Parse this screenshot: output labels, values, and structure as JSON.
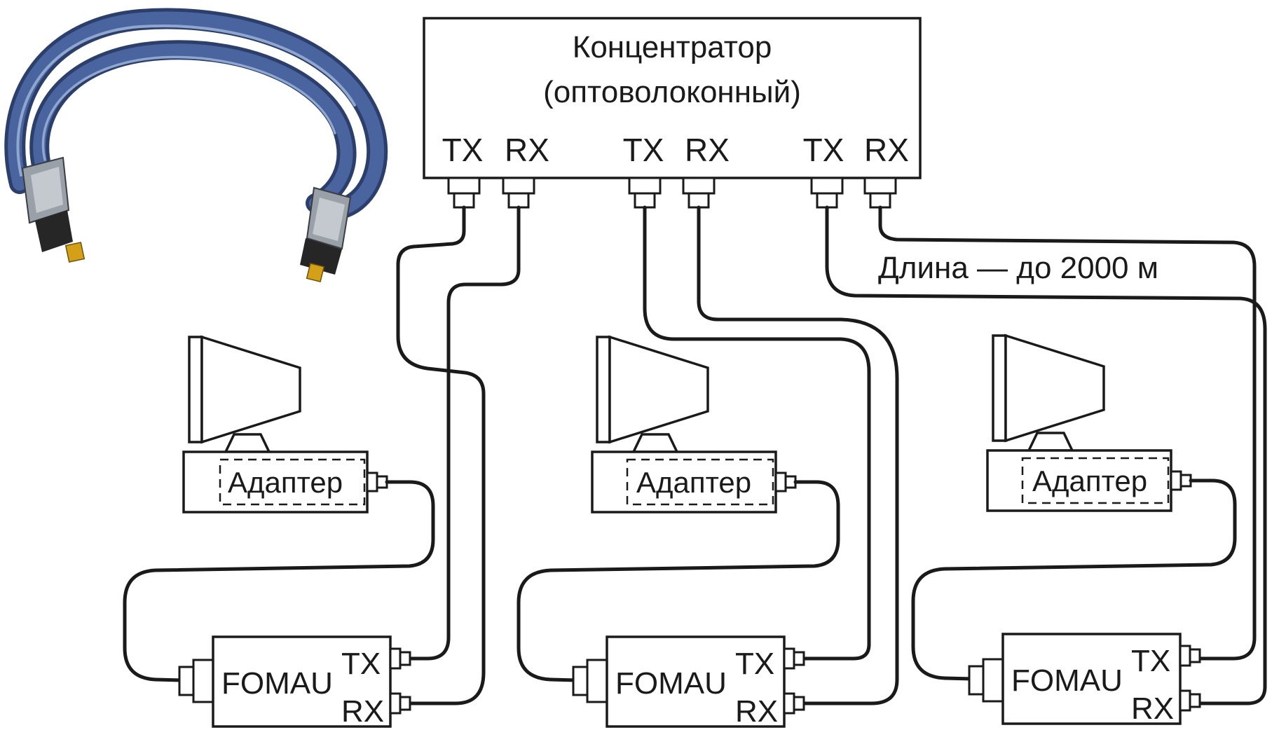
{
  "hub": {
    "title_line1": "Концентратор",
    "title_line2": "(оптоволоконный)",
    "ports": [
      {
        "tx": "TX",
        "rx": "RX"
      },
      {
        "tx": "TX",
        "rx": "RX"
      },
      {
        "tx": "TX",
        "rx": "RX"
      }
    ]
  },
  "length_note": "Длина — до 2000 м",
  "stations": [
    {
      "adapter_label": "Адаптер",
      "unit_label": "FOMAU",
      "tx": "TX",
      "rx": "RX"
    },
    {
      "adapter_label": "Адаптер",
      "unit_label": "FOMAU",
      "tx": "TX",
      "rx": "RX"
    },
    {
      "adapter_label": "Адаптер",
      "unit_label": "FOMAU",
      "tx": "TX",
      "rx": "RX"
    }
  ],
  "colors": {
    "line": "#1a1a1a",
    "cable_blue": "#3c5488",
    "cable_highlight": "#8fa6cf",
    "plug_metal": "#9aa0a8"
  },
  "icons": {
    "photo": "optical-cable-icon",
    "computer": "computer-terminal-icon"
  }
}
